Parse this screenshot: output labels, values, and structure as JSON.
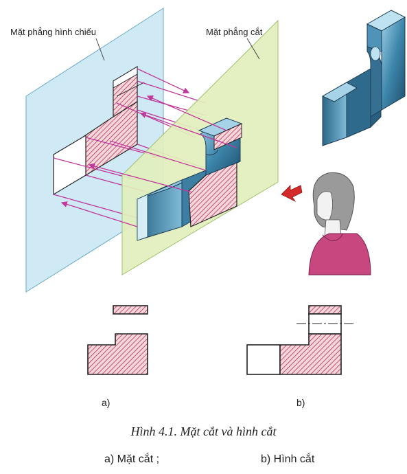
{
  "labels": {
    "projection_plane": "Mặt phẳng hình chiếu",
    "cutting_plane": "Mặt phẳng cắt"
  },
  "views": {
    "a_marker": "a)",
    "b_marker": "b)"
  },
  "caption": {
    "figure": "Hình 4.1. Mặt cắt và hình cắt",
    "legend_a": "a) Mặt cắt ;",
    "legend_b": "b) Hình cắt"
  },
  "colors": {
    "projection_plane": "#cfe9f5",
    "cutting_plane": "#e2efbd",
    "hatch": "#b8324f",
    "part_blue": "#3a7fa3",
    "arrow_magenta": "#c2379a",
    "viewer_arrow": "#d42a2a",
    "sweater": "#c8477e"
  }
}
